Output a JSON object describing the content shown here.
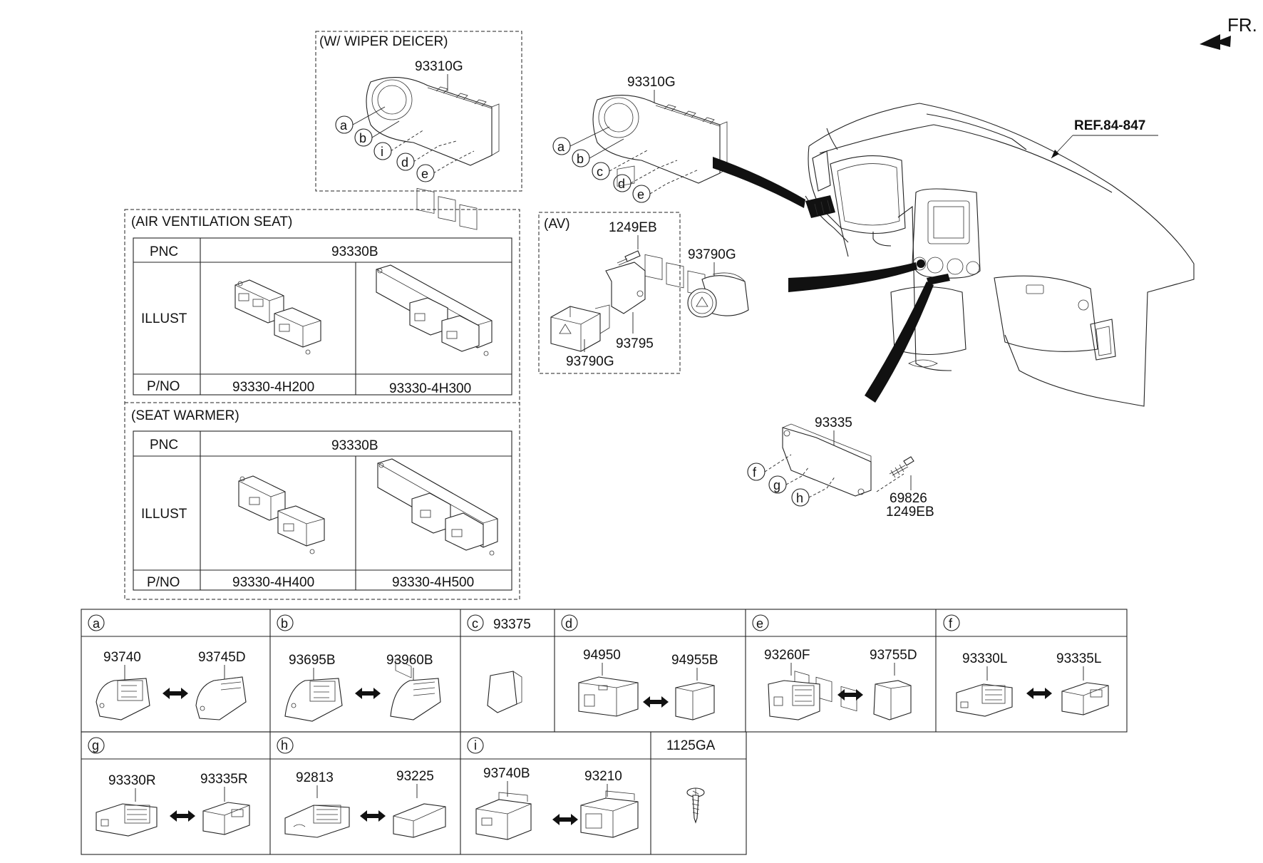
{
  "orientation": {
    "label": "FR."
  },
  "wiper_deicer": {
    "title": "(W/ WIPER DEICER)",
    "part": "93310G",
    "callouts": [
      "a",
      "b",
      "i",
      "d",
      "e"
    ]
  },
  "main_switch": {
    "part": "93310G",
    "callouts": [
      "a",
      "b",
      "c",
      "d",
      "e"
    ]
  },
  "dash": {
    "ref": "REF.84-847"
  },
  "av": {
    "title": "(AV)",
    "bolt": "1249EB",
    "bracket": "93795",
    "switch_inner": "93790G",
    "switch_outer": "93790G"
  },
  "lower_switch": {
    "part": "93335",
    "screw_1": "69826",
    "screw_2": "1249EB",
    "callouts": [
      "f",
      "g",
      "h"
    ]
  },
  "air_vent_seat": {
    "title": "(AIR VENTILATION SEAT)",
    "row_pnc": "PNC",
    "row_illust": "ILLUST",
    "row_pno": "P/NO",
    "pnc_value": "93330B",
    "pno_left": "93330-4H200",
    "pno_right": "93330-4H300"
  },
  "seat_warmer": {
    "title": "(SEAT WARMER)",
    "row_pnc": "PNC",
    "row_illust": "ILLUST",
    "row_pno": "P/NO",
    "pnc_value": "93330B",
    "pno_left": "93330-4H400",
    "pno_right": "93330-4H500"
  },
  "legend": {
    "a": {
      "letter": "a",
      "left": "93740",
      "right": "93745D"
    },
    "b": {
      "letter": "b",
      "left": "93695B",
      "right": "93960B"
    },
    "c": {
      "letter": "c",
      "part": "93375"
    },
    "d": {
      "letter": "d",
      "left": "94950",
      "right": "94955B"
    },
    "e": {
      "letter": "e",
      "left": "93260F",
      "right": "93755D"
    },
    "f": {
      "letter": "f",
      "left": "93330L",
      "right": "93335L"
    },
    "g": {
      "letter": "g",
      "left": "93330R",
      "right": "93335R"
    },
    "h": {
      "letter": "h",
      "left": "92813",
      "right": "93225"
    },
    "i": {
      "letter": "i",
      "left": "93740B",
      "right": "93210"
    },
    "screw": {
      "part": "1125GA"
    }
  }
}
